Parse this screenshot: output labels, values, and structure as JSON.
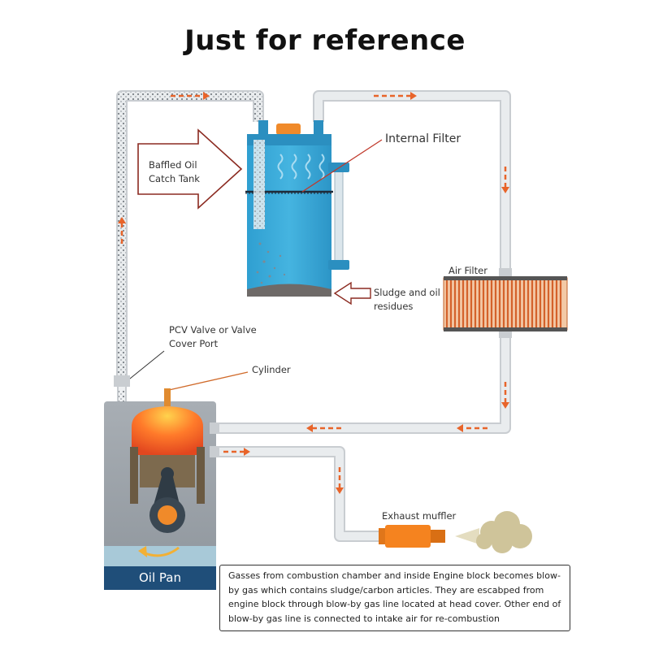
{
  "title": "Just for reference",
  "labels": {
    "baffled_line1": "Baffled Oil",
    "baffled_line2": "Catch Tank",
    "internal_filter": "Internal Filter",
    "sludge_line1": "Sludge and oil",
    "sludge_line2": "residues",
    "air_filter": "Air Filter",
    "pcv_line1": "PCV Valve or Valve",
    "pcv_line2": "Cover Port",
    "cylinder": "Cylinder",
    "exhaust_muffler": "Exhaust muffler",
    "oil_pan": "Oil Pan"
  },
  "description": "Gasses from combustion chamber and inside Engine block becomes blow-by gas which contains sludge/carbon articles. They are escabped from engine block through blow-by gas line located at head cover. Other end of blow-by gas line is connected to intake air for re-combustion",
  "colors": {
    "pipe": "#e6e9ec",
    "pipe_edge": "#c9cdd1",
    "flow_arrow": "#e8642a",
    "tank": "#3aa9d8",
    "tank_dark": "#2b8fc0",
    "cap": "#f08a2a",
    "filter_orange": "#e27a3a",
    "engine_block": "#9aa1a8",
    "oil_pan": "#1f4e79",
    "muffler": "#f5831f",
    "exhaust_cloud": "#cfc49a"
  }
}
